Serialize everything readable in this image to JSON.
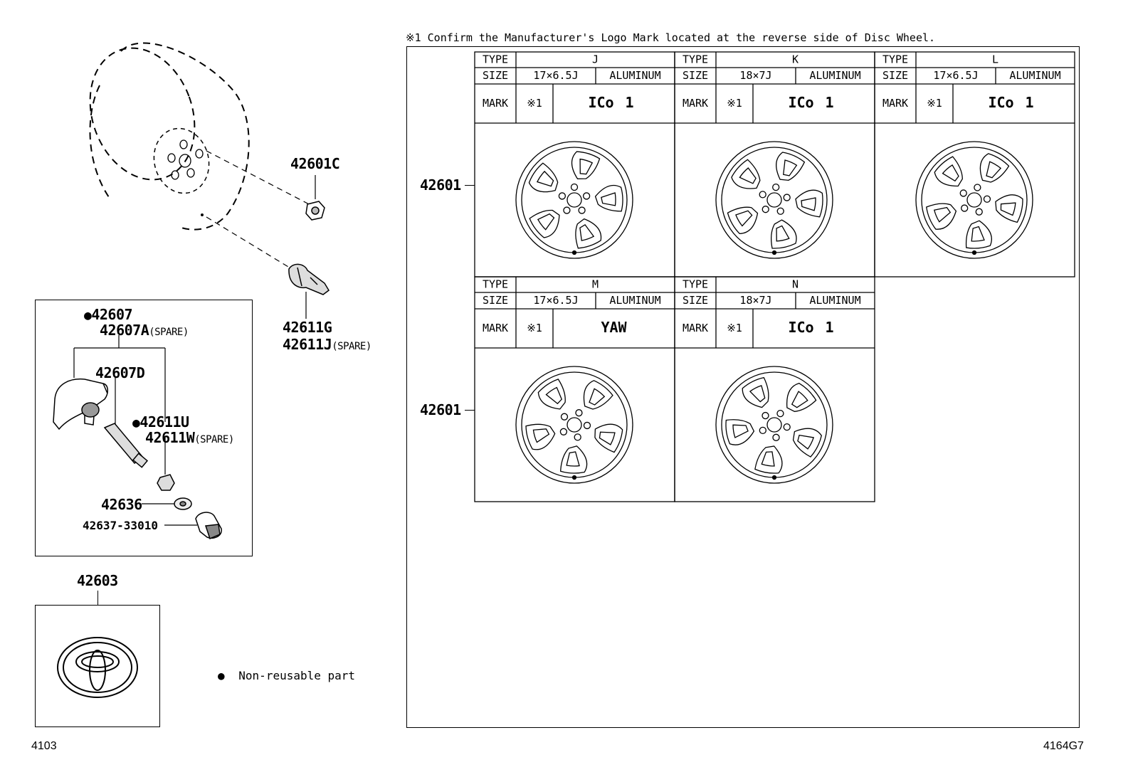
{
  "note_top": "※1  Confirm the Manufacturer's Logo Mark located at the reverse side of Disc Wheel.",
  "parts": {
    "nut": "42601C",
    "valve": "42611G",
    "valve_alt": "42611J",
    "sensor": "42607",
    "sensor_alt": "42607A",
    "sensor_body": "42607D",
    "sensor_valve": "42611U",
    "sensor_valve_alt": "42611W",
    "grommet": "42636",
    "cap": "42637-33010",
    "ornament": "42603",
    "wheel": "42601"
  },
  "spare_label": "(SPARE)",
  "legend_text": "Non-reusable part",
  "footer_left": "4103",
  "footer_right": "4164G7",
  "table_labels": {
    "type": "TYPE",
    "size": "SIZE",
    "mark": "MARK",
    "ref": "※1"
  },
  "wheels": [
    {
      "type": "J",
      "size": "17×6.5J",
      "material": "ALUMINUM",
      "mark": "1",
      "logo": true
    },
    {
      "type": "K",
      "size": "18×7J",
      "material": "ALUMINUM",
      "mark": "1",
      "logo": true
    },
    {
      "type": "L",
      "size": "17×6.5J",
      "material": "ALUMINUM",
      "mark": "1",
      "logo": true
    },
    {
      "type": "M",
      "size": "17×6.5J",
      "material": "ALUMINUM",
      "mark": "YAW",
      "logo": false
    },
    {
      "type": "N",
      "size": "18×7J",
      "material": "ALUMINUM",
      "mark": "1",
      "logo": true
    }
  ]
}
